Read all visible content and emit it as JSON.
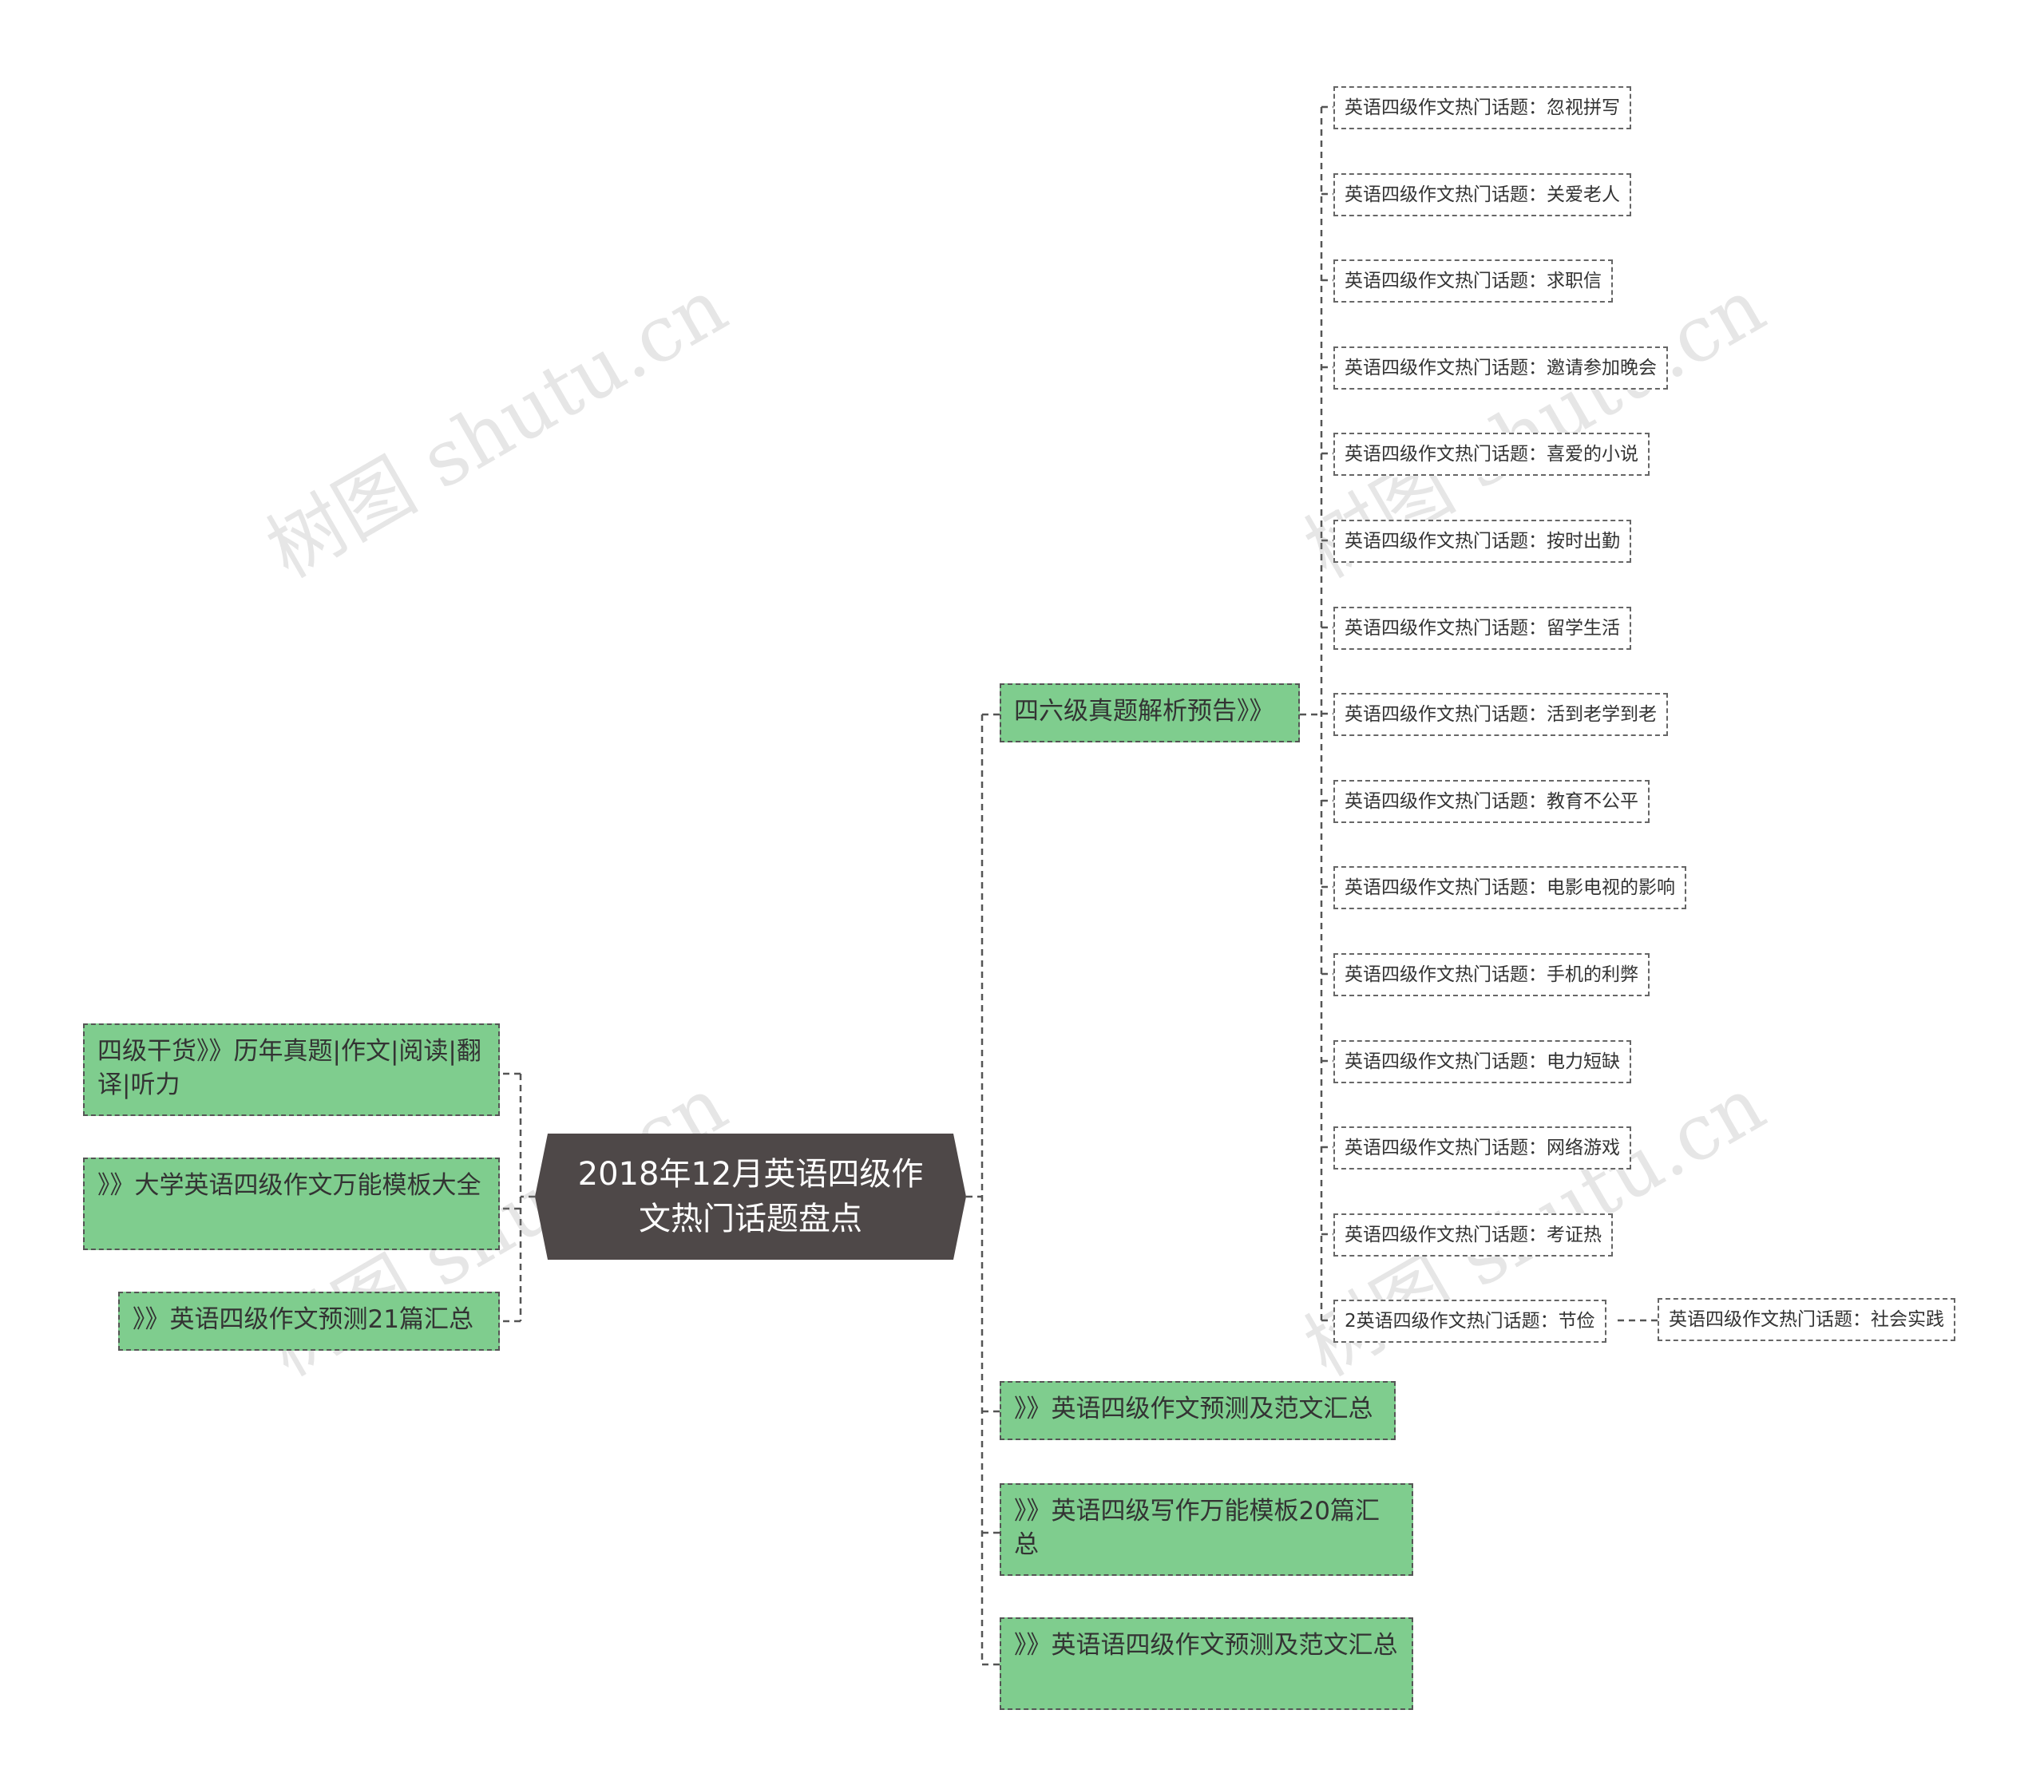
{
  "center": {
    "title": "2018年12月英语四级作文热门话题盘点"
  },
  "left_branches": [
    "四级干货》》历年真题|作文|阅读|翻译|听力",
    "》》大学英语四级作文万能模板大全",
    "》》英语四级作文预测21篇汇总"
  ],
  "right_branches": {
    "preview": "四六级真题解析预告》》",
    "others": [
      "》》英语四级作文预测及范文汇总",
      "》》英语四级写作万能模板20篇汇总",
      "》》英语语四级作文预测及范文汇总"
    ]
  },
  "topics": [
    "英语四级作文热门话题：忽视拼写",
    "英语四级作文热门话题：关爱老人",
    "英语四级作文热门话题：求职信",
    "英语四级作文热门话题：邀请参加晚会",
    "英语四级作文热门话题：喜爱的小说",
    "英语四级作文热门话题：按时出勤",
    "英语四级作文热门话题：留学生活",
    "英语四级作文热门话题：活到老学到老",
    "英语四级作文热门话题：教育不公平",
    "英语四级作文热门话题：电影电视的影响",
    "英语四级作文热门话题：手机的利弊",
    "英语四级作文热门话题：电力短缺",
    "英语四级作文热门话题：网络游戏",
    "英语四级作文热门话题：考证热",
    "2英语四级作文热门话题：节俭"
  ],
  "sub_topic": "英语四级作文热门话题：社会实践",
  "watermark": "树图 shutu.cn",
  "colors": {
    "center": "#4e4848",
    "branch": "#7fcd8e",
    "line": "#555555"
  }
}
